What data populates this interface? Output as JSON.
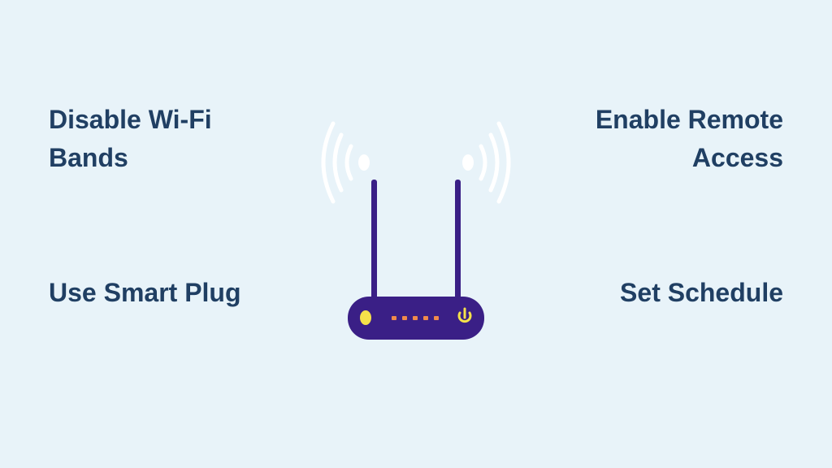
{
  "options": {
    "top_left": "Disable Wi-Fi Bands",
    "top_right": "Enable Remote Access",
    "bottom_left": "Use Smart Plug",
    "bottom_right": "Set Schedule"
  },
  "illustration": {
    "icon": "wifi-router-icon",
    "colors": {
      "background": "#e8f3f9",
      "text": "#203f63",
      "router_body": "#3a1f86",
      "signal_waves": "#ffffff",
      "indicator_led": "#f5e14a",
      "activity_lights": "#f08a4b",
      "power_icon": "#f5e14a"
    }
  }
}
